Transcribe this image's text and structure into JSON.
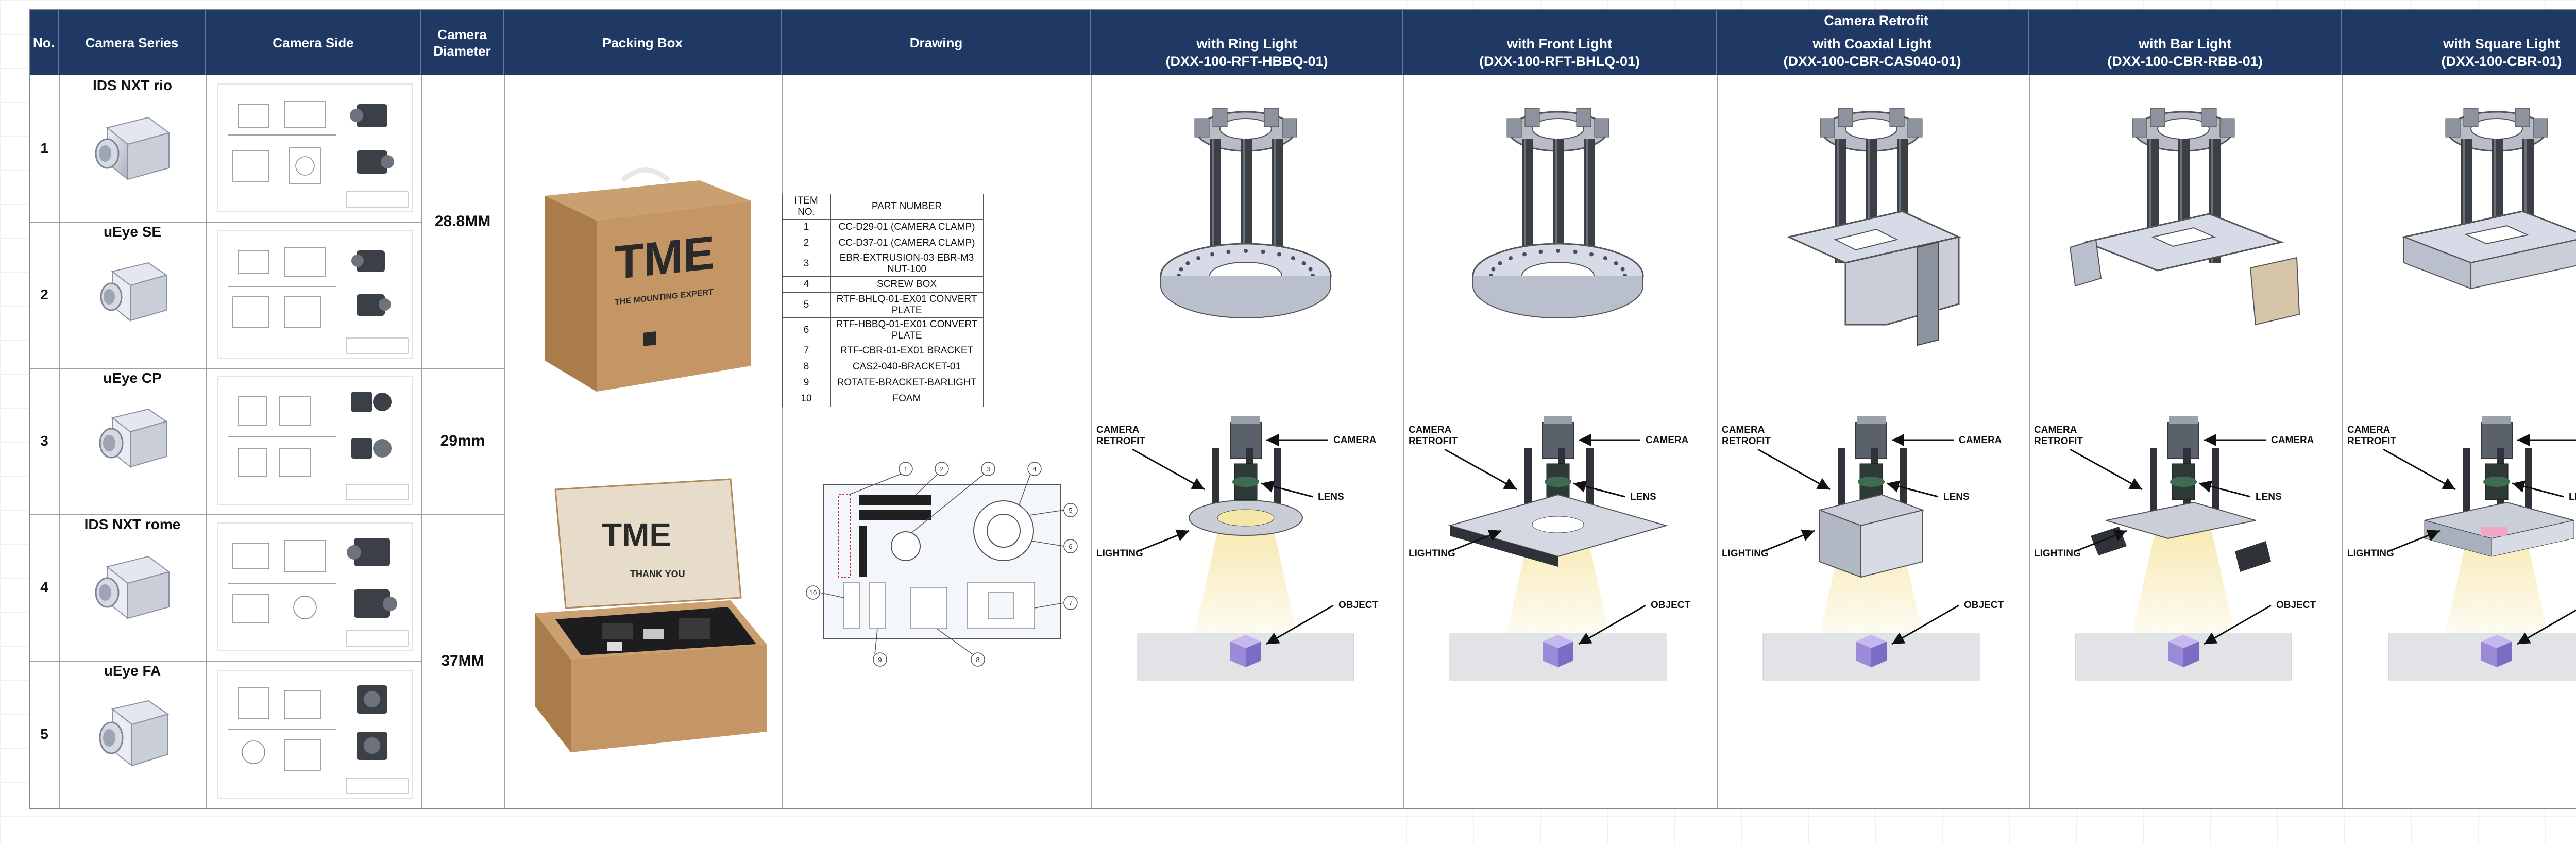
{
  "header": {
    "no": "No.",
    "camera_series": "Camera Series",
    "camera_side": "Camera Side",
    "camera_diameter": "Camera Diameter",
    "packing_box": "Packing Box",
    "drawing": "Drawing",
    "retrofit_title": "Camera Retrofit",
    "retrofits": [
      {
        "line1": "with Ring Light",
        "line2": "(DXX-100-RFT-HBBQ-01)"
      },
      {
        "line1": "with Front Light",
        "line2": "(DXX-100-RFT-BHLQ-01)"
      },
      {
        "line1": "with Coaxial Light",
        "line2": "(DXX-100-CBR-CAS040-01)"
      },
      {
        "line1": "with Bar Light",
        "line2": "(DXX-100-CBR-RBB-01)"
      },
      {
        "line1": "with Square Light",
        "line2": "(DXX-100-CBR-01)"
      }
    ]
  },
  "rows": [
    {
      "no": "1",
      "series": "IDS NXT rio"
    },
    {
      "no": "2",
      "series": "uEye SE"
    },
    {
      "no": "3",
      "series": "uEye CP"
    },
    {
      "no": "4",
      "series": "IDS NXT rome"
    },
    {
      "no": "5",
      "series": "uEye FA"
    }
  ],
  "diameters": [
    "28.8MM",
    "29mm",
    "37MM"
  ],
  "box": {
    "brand": "TME",
    "tagline": "THE MOUNTING EXPERT",
    "thanks": "THANK YOU"
  },
  "parts_table": {
    "headers": [
      "ITEM NO.",
      "PART NUMBER"
    ],
    "rows": [
      [
        "1",
        "CC-D29-01 (CAMERA CLAMP)"
      ],
      [
        "2",
        "CC-D37-01 (CAMERA CLAMP)"
      ],
      [
        "3",
        "EBR-EXTRUSION-03 EBR-M3 NUT-100"
      ],
      [
        "4",
        "SCREW BOX"
      ],
      [
        "5",
        "RTF-BHLQ-01-EX01 CONVERT PLATE"
      ],
      [
        "6",
        "RTF-HBBQ-01-EX01 CONVERT PLATE"
      ],
      [
        "7",
        "RTF-CBR-01-EX01 BRACKET"
      ],
      [
        "8",
        "CAS2-040-BRACKET-01"
      ],
      [
        "9",
        "ROTATE-BRACKET-BARLIGHT"
      ],
      [
        "10",
        "FOAM"
      ]
    ]
  },
  "layout_callouts": [
    "1",
    "2",
    "3",
    "4",
    "5",
    "6",
    "7",
    "8",
    "9",
    "10"
  ],
  "callouts": {
    "camera": "CAMERA",
    "retrofit_l1": "CAMERA",
    "retrofit_l2": "RETROFIT",
    "lens": "LENS",
    "lighting": "LIGHTING",
    "object": "OBJECT"
  },
  "colors": {
    "header_bg": "#1f3864",
    "header_text": "#ffffff",
    "cardboard": "#b98a55",
    "plate": "#d7dbe8",
    "object_cube": "#9a8ad8",
    "light_beam": "#f6e7a8"
  }
}
